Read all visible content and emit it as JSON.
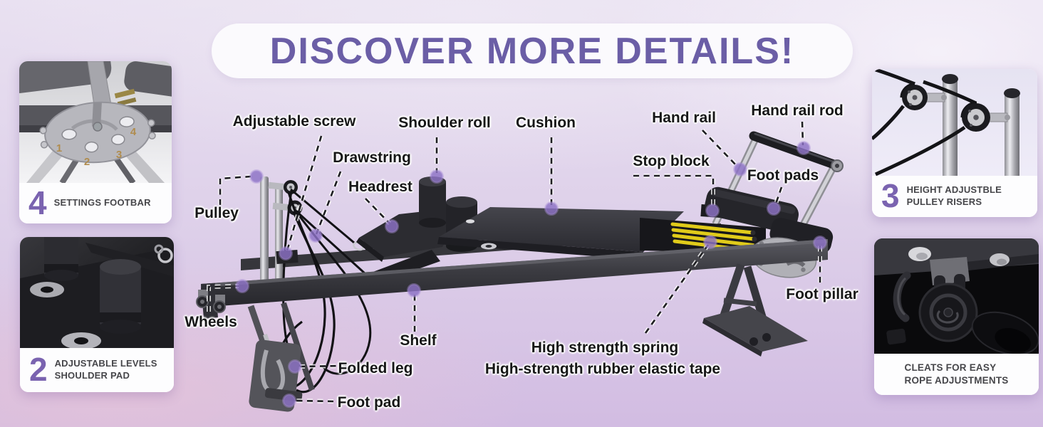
{
  "title": "DISCOVER MORE DETAILS!",
  "colors": {
    "accent_purple": "#6b5ea6",
    "number_purple": "#7a63b0",
    "dot_purple": "#8d72c6",
    "spring_yellow": "#e0cb1a",
    "background_lavender": "#ddcfe9"
  },
  "insets": {
    "footbar": {
      "number": "4",
      "label": "SETTINGS FOOTBAR",
      "plate_markers": [
        "1",
        "2",
        "3",
        "4"
      ]
    },
    "shoulder_pad": {
      "number": "2",
      "label_lines": [
        "ADJUSTABLE LEVELS",
        "SHOULDER PAD"
      ]
    },
    "pulley_risers": {
      "number": "3",
      "label_lines": [
        "HEIGHT ADJUSTBLE",
        "PULLEY RISERS"
      ]
    },
    "cleats": {
      "label_lines": [
        "CLEATS FOR EASY",
        "ROPE ADJUSTMENTS"
      ]
    }
  },
  "callouts": [
    {
      "id": "adjustable-screw",
      "label": "Adjustable screw"
    },
    {
      "id": "drawstring",
      "label": "Drawstring"
    },
    {
      "id": "headrest",
      "label": "Headrest"
    },
    {
      "id": "pulley",
      "label": "Pulley"
    },
    {
      "id": "shoulder-roll",
      "label": "Shoulder roll"
    },
    {
      "id": "cushion",
      "label": "Cushion"
    },
    {
      "id": "hand-rail",
      "label": "Hand rail"
    },
    {
      "id": "hand-rail-rod",
      "label": "Hand rail rod"
    },
    {
      "id": "stop-block",
      "label": "Stop block"
    },
    {
      "id": "foot-pads",
      "label": "Foot pads"
    },
    {
      "id": "wheels",
      "label": "Wheels"
    },
    {
      "id": "shelf",
      "label": "Shelf"
    },
    {
      "id": "folded-leg",
      "label": "Folded leg"
    },
    {
      "id": "foot-pad",
      "label": "Foot pad"
    },
    {
      "id": "high-strength-spring",
      "label": "High strength spring"
    },
    {
      "id": "rubber-elastic-tape",
      "label": "High-strength rubber elastic tape"
    },
    {
      "id": "foot-pillar",
      "label": "Foot pillar"
    }
  ]
}
